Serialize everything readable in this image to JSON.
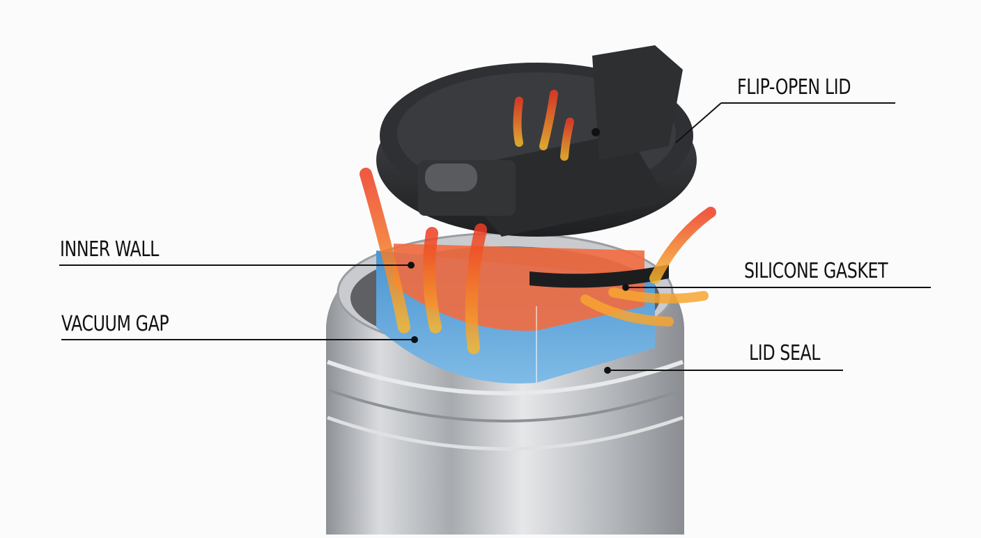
{
  "diagram": {
    "subject": "Insulated travel mug with flip-open lid (exploded cutaway)",
    "callouts": [
      {
        "id": "flip-open-lid",
        "text": "FLIP-OPEN LID"
      },
      {
        "id": "inner-wall",
        "text": "INNER WALL"
      },
      {
        "id": "silicone-gasket",
        "text": "SILICONE GASKET"
      },
      {
        "id": "vacuum-gap",
        "text": "VACUUM GAP"
      },
      {
        "id": "lid-seal",
        "text": "LID SEAL"
      }
    ],
    "colors": {
      "steel": "#b9bcc0",
      "lid": "#2b2c2e",
      "heat": "#f05a28",
      "heat_light": "#f7a531",
      "insulation": "#5aa4d8",
      "label_line": "#111111"
    }
  }
}
